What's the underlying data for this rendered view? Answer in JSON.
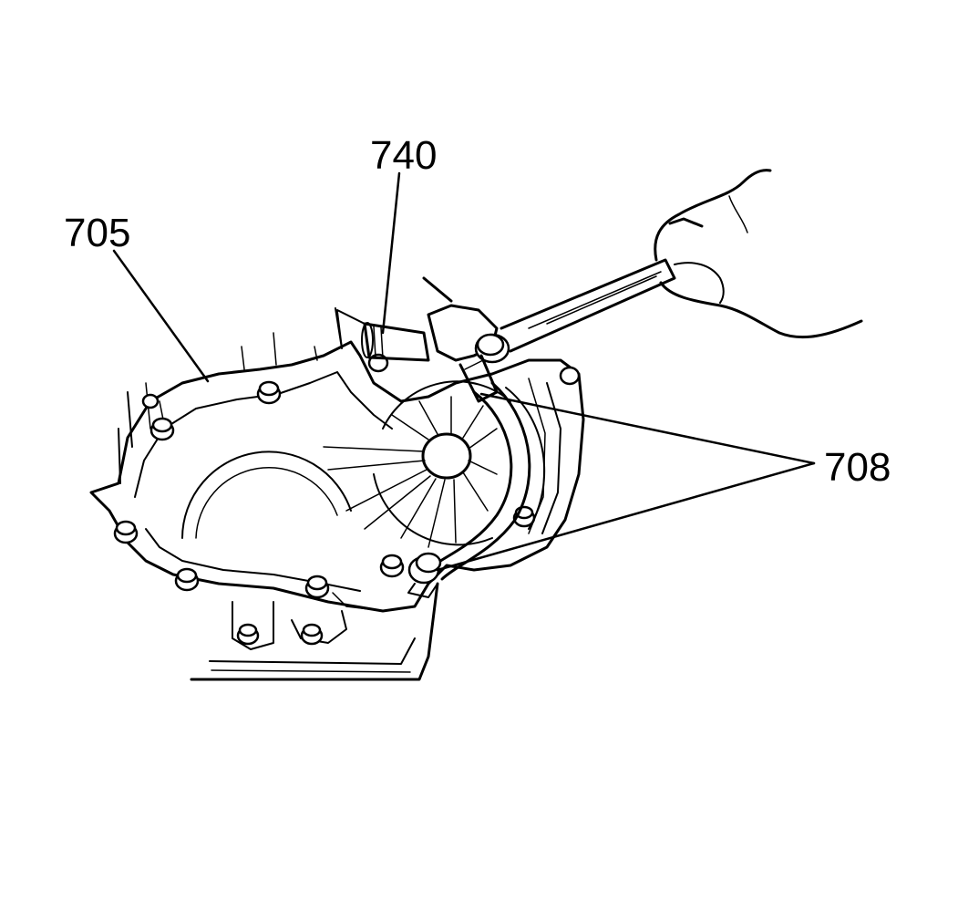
{
  "callouts": {
    "cover": "705",
    "tool": "740",
    "bolts": "708"
  },
  "colors": {
    "line": "#000000",
    "background": "#ffffff"
  }
}
